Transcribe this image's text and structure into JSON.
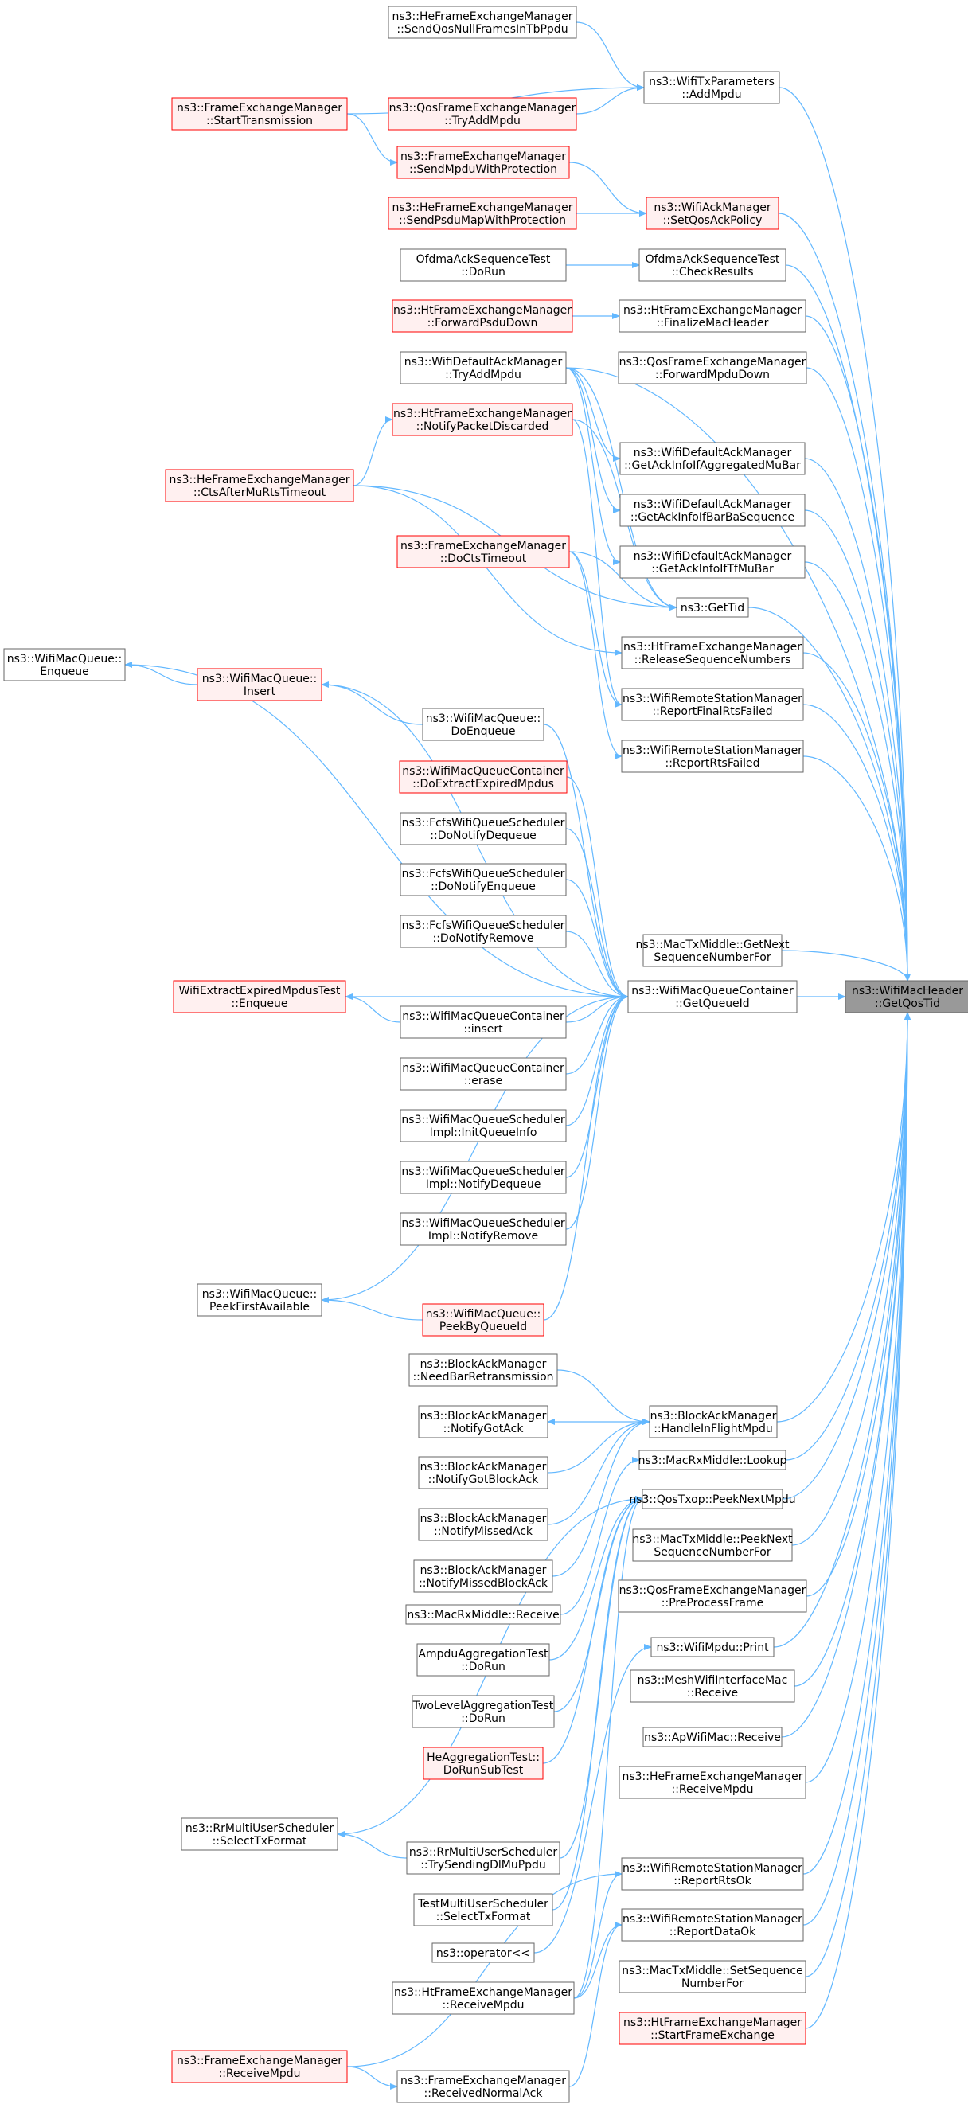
{
  "colors": {
    "edge": "#63b8ff",
    "normal_border": "#666666",
    "normal_fill": "#ffffff",
    "truncated_border": "#ff0000",
    "truncated_fill": "#fff0f0",
    "focus_border": "#666666",
    "focus_fill": "#999999"
  },
  "nodes": [
    {
      "id": "n_target",
      "style": "focus",
      "lines": [
        "ns3::WifiMacHeader",
        "::GetQosTid"
      ]
    },
    {
      "id": "n_AddMpdu",
      "style": "normal",
      "lines": [
        "ns3::WifiTxParameters",
        "::AddMpdu"
      ]
    },
    {
      "id": "n_SendQosNull",
      "style": "normal",
      "lines": [
        "ns3::HeFrameExchangeManager",
        "::SendQosNullFramesInTbPpdu"
      ]
    },
    {
      "id": "n_StartTx",
      "style": "truncated",
      "lines": [
        "ns3::FrameExchangeManager",
        "::StartTransmission"
      ]
    },
    {
      "id": "n_QosTryAdd",
      "style": "truncated",
      "lines": [
        "ns3::QosFrameExchangeManager",
        "::TryAddMpdu"
      ]
    },
    {
      "id": "n_SendMpduProt",
      "style": "truncated",
      "lines": [
        "ns3::FrameExchangeManager",
        "::SendMpduWithProtection"
      ]
    },
    {
      "id": "n_SetQosAck",
      "style": "truncated",
      "lines": [
        "ns3::WifiAckManager",
        "::SetQosAckPolicy"
      ]
    },
    {
      "id": "n_SendPsdu",
      "style": "truncated",
      "lines": [
        "ns3::HeFrameExchangeManager",
        "::SendPsduMapWithProtection"
      ]
    },
    {
      "id": "n_OfdmaDoRun",
      "style": "normal",
      "lines": [
        "OfdmaAckSequenceTest",
        "::DoRun"
      ]
    },
    {
      "id": "n_OfdmaCheck",
      "style": "normal",
      "lines": [
        "OfdmaAckSequenceTest",
        "::CheckResults"
      ]
    },
    {
      "id": "n_FwdPsdu",
      "style": "truncated",
      "lines": [
        "ns3::HtFrameExchangeManager",
        "::ForwardPsduDown"
      ]
    },
    {
      "id": "n_Finalize",
      "style": "normal",
      "lines": [
        "ns3::HtFrameExchangeManager",
        "::FinalizeMacHeader"
      ]
    },
    {
      "id": "n_DefTryAdd",
      "style": "normal",
      "lines": [
        "ns3::WifiDefaultAckManager",
        "::TryAddMpdu"
      ]
    },
    {
      "id": "n_FwdMpdu",
      "style": "normal",
      "lines": [
        "ns3::QosFrameExchangeManager",
        "::ForwardMpduDown"
      ]
    },
    {
      "id": "n_NotifyDisc",
      "style": "truncated",
      "lines": [
        "ns3::HtFrameExchangeManager",
        "::NotifyPacketDiscarded"
      ]
    },
    {
      "id": "n_AckAggMu",
      "style": "normal",
      "lines": [
        "ns3::WifiDefaultAckManager",
        "::GetAckInfoIfAggregatedMuBar"
      ]
    },
    {
      "id": "n_CtsAfter",
      "style": "truncated",
      "lines": [
        "ns3::HeFrameExchangeManager",
        "::CtsAfterMuRtsTimeout"
      ]
    },
    {
      "id": "n_AckBarBa",
      "style": "normal",
      "lines": [
        "ns3::WifiDefaultAckManager",
        "::GetAckInfoIfBarBaSequence"
      ]
    },
    {
      "id": "n_AckTfMu",
      "style": "normal",
      "lines": [
        "ns3::WifiDefaultAckManager",
        "::GetAckInfoIfTfMuBar"
      ]
    },
    {
      "id": "n_DoCts",
      "style": "truncated",
      "lines": [
        "ns3::FrameExchangeManager",
        "::DoCtsTimeout"
      ]
    },
    {
      "id": "n_GetTid",
      "style": "normal",
      "lines": [
        "ns3::GetTid"
      ]
    },
    {
      "id": "n_ReleaseSeq",
      "style": "normal",
      "lines": [
        "ns3::HtFrameExchangeManager",
        "::ReleaseSequenceNumbers"
      ]
    },
    {
      "id": "n_QEnqueue",
      "style": "normal",
      "lines": [
        "ns3::WifiMacQueue::",
        "Enqueue"
      ]
    },
    {
      "id": "n_QInsert",
      "style": "truncated",
      "lines": [
        "ns3::WifiMacQueue::",
        "Insert"
      ]
    },
    {
      "id": "n_FinalRts",
      "style": "normal",
      "lines": [
        "ns3::WifiRemoteStationManager",
        "::ReportFinalRtsFailed"
      ]
    },
    {
      "id": "n_DoEnqueue",
      "style": "normal",
      "lines": [
        "ns3::WifiMacQueue::",
        "DoEnqueue"
      ]
    },
    {
      "id": "n_RtsFailed",
      "style": "normal",
      "lines": [
        "ns3::WifiRemoteStationManager",
        "::ReportRtsFailed"
      ]
    },
    {
      "id": "n_DoExtract",
      "style": "truncated",
      "lines": [
        "ns3::WifiMacQueueContainer",
        "::DoExtractExpiredMpdus"
      ]
    },
    {
      "id": "n_FcfsDeq",
      "style": "normal",
      "lines": [
        "ns3::FcfsWifiQueueScheduler",
        "::DoNotifyDequeue"
      ]
    },
    {
      "id": "n_FcfsEnq",
      "style": "normal",
      "lines": [
        "ns3::FcfsWifiQueueScheduler",
        "::DoNotifyEnqueue"
      ]
    },
    {
      "id": "n_FcfsRem",
      "style": "normal",
      "lines": [
        "ns3::FcfsWifiQueueScheduler",
        "::DoNotifyRemove"
      ]
    },
    {
      "id": "n_GetNextSeq",
      "style": "normal",
      "lines": [
        "ns3::MacTxMiddle::GetNext",
        "SequenceNumberFor"
      ]
    },
    {
      "id": "n_ExtractTest",
      "style": "truncated",
      "lines": [
        "WifiExtractExpiredMpdusTest",
        "::Enqueue"
      ]
    },
    {
      "id": "n_GetQueueId",
      "style": "normal",
      "lines": [
        "ns3::WifiMacQueueContainer",
        "::GetQueueId"
      ]
    },
    {
      "id": "n_CInsert",
      "style": "normal",
      "lines": [
        "ns3::WifiMacQueueContainer",
        "::insert"
      ]
    },
    {
      "id": "n_CErase",
      "style": "normal",
      "lines": [
        "ns3::WifiMacQueueContainer",
        "::erase"
      ]
    },
    {
      "id": "n_SchedInit",
      "style": "normal",
      "lines": [
        "ns3::WifiMacQueueScheduler",
        "Impl::InitQueueInfo"
      ]
    },
    {
      "id": "n_SchedDeq",
      "style": "normal",
      "lines": [
        "ns3::WifiMacQueueScheduler",
        "Impl::NotifyDequeue"
      ]
    },
    {
      "id": "n_SchedRem",
      "style": "normal",
      "lines": [
        "ns3::WifiMacQueueScheduler",
        "Impl::NotifyRemove"
      ]
    },
    {
      "id": "n_PeekFirst",
      "style": "normal",
      "lines": [
        "ns3::WifiMacQueue::",
        "PeekFirstAvailable"
      ]
    },
    {
      "id": "n_PeekById",
      "style": "truncated",
      "lines": [
        "ns3::WifiMacQueue::",
        "PeekByQueueId"
      ]
    },
    {
      "id": "n_NeedBar",
      "style": "normal",
      "lines": [
        "ns3::BlockAckManager",
        "::NeedBarRetransmission"
      ]
    },
    {
      "id": "n_HandleInFlight",
      "style": "normal",
      "lines": [
        "ns3::BlockAckManager",
        "::HandleInFlightMpdu"
      ]
    },
    {
      "id": "n_GotAck",
      "style": "normal",
      "lines": [
        "ns3::BlockAckManager",
        "::NotifyGotAck"
      ]
    },
    {
      "id": "n_RxLookup",
      "style": "normal",
      "lines": [
        "ns3::MacRxMiddle::Lookup"
      ]
    },
    {
      "id": "n_GotBlockAck",
      "style": "normal",
      "lines": [
        "ns3::BlockAckManager",
        "::NotifyGotBlockAck"
      ]
    },
    {
      "id": "n_PeekNext",
      "style": "normal",
      "lines": [
        "ns3::QosTxop::PeekNextMpdu"
      ]
    },
    {
      "id": "n_MissedAck",
      "style": "normal",
      "lines": [
        "ns3::BlockAckManager",
        "::NotifyMissedAck"
      ]
    },
    {
      "id": "n_PeekNextSeq",
      "style": "normal",
      "lines": [
        "ns3::MacTxMiddle::PeekNext",
        "SequenceNumberFor"
      ]
    },
    {
      "id": "n_MissedBlockAck",
      "style": "normal",
      "lines": [
        "ns3::BlockAckManager",
        "::NotifyMissedBlockAck"
      ]
    },
    {
      "id": "n_PreProcess",
      "style": "normal",
      "lines": [
        "ns3::QosFrameExchangeManager",
        "::PreProcessFrame"
      ]
    },
    {
      "id": "n_RxReceive",
      "style": "normal",
      "lines": [
        "ns3::MacRxMiddle::Receive"
      ]
    },
    {
      "id": "n_MpduPrint",
      "style": "normal",
      "lines": [
        "ns3::WifiMpdu::Print"
      ]
    },
    {
      "id": "n_AmpduRun",
      "style": "normal",
      "lines": [
        "AmpduAggregationTest",
        "::DoRun"
      ]
    },
    {
      "id": "n_MeshRecv",
      "style": "normal",
      "lines": [
        "ns3::MeshWifiInterfaceMac",
        "::Receive"
      ]
    },
    {
      "id": "n_TwoLevel",
      "style": "normal",
      "lines": [
        "TwoLevelAggregationTest",
        "::DoRun"
      ]
    },
    {
      "id": "n_ApRecv",
      "style": "normal",
      "lines": [
        "ns3::ApWifiMac::Receive"
      ]
    },
    {
      "id": "n_HeAggr",
      "style": "truncated",
      "lines": [
        "HeAggregationTest::",
        "DoRunSubTest"
      ]
    },
    {
      "id": "n_HeRecvMpdu",
      "style": "normal",
      "lines": [
        "ns3::HeFrameExchangeManager",
        "::ReceiveMpdu"
      ]
    },
    {
      "id": "n_RrSelect",
      "style": "normal",
      "lines": [
        "ns3::RrMultiUserScheduler",
        "::SelectTxFormat"
      ]
    },
    {
      "id": "n_RrTrySend",
      "style": "normal",
      "lines": [
        "ns3::RrMultiUserScheduler",
        "::TrySendingDlMuPpdu"
      ]
    },
    {
      "id": "n_RtsOk",
      "style": "normal",
      "lines": [
        "ns3::WifiRemoteStationManager",
        "::ReportRtsOk"
      ]
    },
    {
      "id": "n_TestMu",
      "style": "normal",
      "lines": [
        "TestMultiUserScheduler",
        "::SelectTxFormat"
      ]
    },
    {
      "id": "n_DataOk",
      "style": "normal",
      "lines": [
        "ns3::WifiRemoteStationManager",
        "::ReportDataOk"
      ]
    },
    {
      "id": "n_OpOut",
      "style": "normal",
      "lines": [
        "ns3::operator<<"
      ]
    },
    {
      "id": "n_SetSeq",
      "style": "normal",
      "lines": [
        "ns3::MacTxMiddle::SetSequence",
        "NumberFor"
      ]
    },
    {
      "id": "n_HtRecvMpdu",
      "style": "normal",
      "lines": [
        "ns3::HtFrameExchangeManager",
        "::ReceiveMpdu"
      ]
    },
    {
      "id": "n_StartFrame",
      "style": "truncated",
      "lines": [
        "ns3::HtFrameExchangeManager",
        "::StartFrameExchange"
      ]
    },
    {
      "id": "n_FemRecvMpdu",
      "style": "truncated",
      "lines": [
        "ns3::FrameExchangeManager",
        "::ReceiveMpdu"
      ]
    },
    {
      "id": "n_RecvNormalAck",
      "style": "normal",
      "lines": [
        "ns3::FrameExchangeManager",
        "::ReceivedNormalAck"
      ]
    }
  ]
}
